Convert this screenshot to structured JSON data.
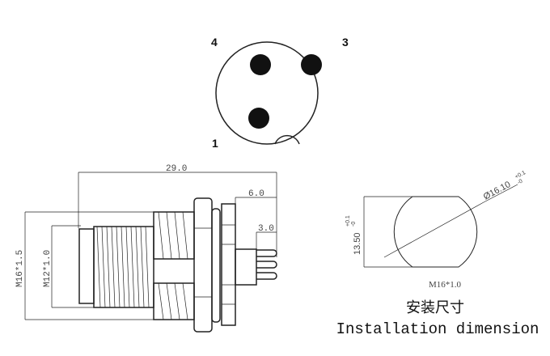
{
  "front_view": {
    "pin_labels": [
      "4",
      "3",
      "1"
    ]
  },
  "side_view": {
    "dims": {
      "overall_length": "29.0",
      "flange_to_pin_end": "6.0",
      "pin_length": "3.0",
      "outer_thread": "M16*1.5",
      "inner_thread": "M12*1.0"
    }
  },
  "cutout": {
    "height": "13.50",
    "height_tol_plus": "+0.1",
    "height_tol_minus": "-0",
    "diameter": "Ø16.10",
    "diameter_tol_plus": "+0.1",
    "diameter_tol_minus": "-0",
    "thread": "M16*1.0"
  },
  "caption": {
    "zh": "安装尺寸",
    "en": "Installation dimension"
  }
}
